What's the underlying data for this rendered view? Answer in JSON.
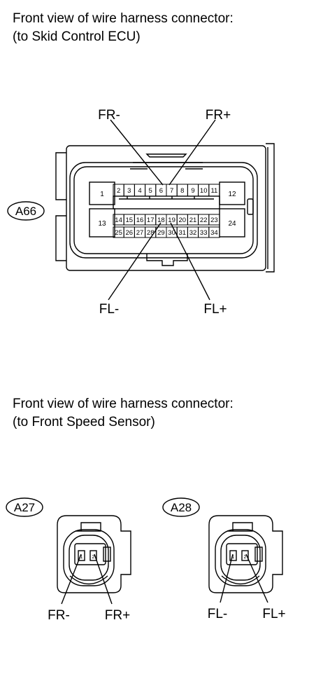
{
  "section_ecu": {
    "caption_line1": "Front view of wire harness connector:",
    "caption_line2": "(to Skid Control ECU)",
    "connector_id": "A66",
    "top_labels": [
      "FR-",
      "FR+"
    ],
    "bottom_labels": [
      "FL-",
      "FL+"
    ],
    "pins_big": [
      "1",
      "12",
      "13",
      "24"
    ],
    "pins_row1": [
      "2",
      "3",
      "4",
      "5",
      "6",
      "7",
      "8",
      "9",
      "10",
      "11"
    ],
    "pins_row2": [
      "14",
      "15",
      "16",
      "17",
      "18",
      "19",
      "20",
      "21",
      "22",
      "23"
    ],
    "pins_row3": [
      "25",
      "26",
      "27",
      "28",
      "29",
      "30",
      "31",
      "32",
      "33",
      "34"
    ]
  },
  "section_sensor": {
    "caption_line1": "Front view of wire harness connector:",
    "caption_line2": "(to Front Speed Sensor)",
    "connectors": [
      {
        "id": "A27",
        "pins": [
          "1",
          "2"
        ],
        "labels": [
          "FR-",
          "FR+"
        ]
      },
      {
        "id": "A28",
        "pins": [
          "1",
          "2"
        ],
        "labels": [
          "FL-",
          "FL+"
        ]
      }
    ]
  }
}
